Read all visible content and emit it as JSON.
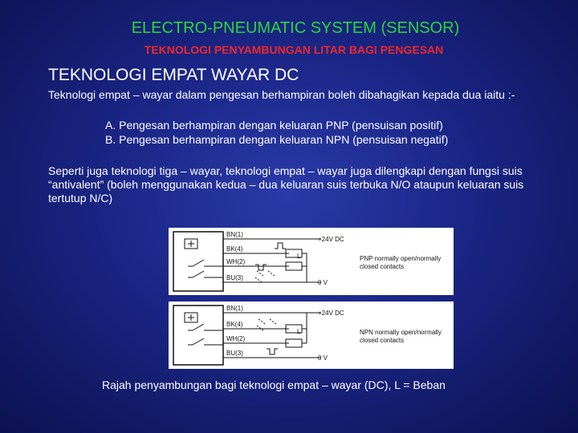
{
  "slide": {
    "title": "ELECTRO-PNEUMATIC SYSTEM (SENSOR)",
    "subtitle": "TEKNOLOGI PENYAMBUNGAN LITAR BAGI PENGESAN",
    "heading": "TEKNOLOGI EMPAT WAYAR DC",
    "para1": "Teknologi empat – wayar dalam pengesan berhampiran boleh dibahagikan kepada dua iaitu :-",
    "list_a": "A. Pengesan berhampiran dengan keluaran PNP (pensuisan positif)",
    "list_b": "B. Pengesan berhampiran dengan keluaran NPN (pensuisan negatif)",
    "para2": "Seperti juga teknologi tiga – wayar, teknologi empat – wayar juga dilengkapi dengan fungsi suis “antivalent” (boleh menggunakan kedua – dua keluaran suis terbuka N/O ataupun keluaran suis tertutup N/C)",
    "caption": "Rajah penyambungan bagi teknologi empat – wayar (DC), L = Beban"
  },
  "diagrams": {
    "pnp": {
      "wire1": "BN(1)",
      "wire2": "BK(4)",
      "wire3": "WH(2)",
      "wire4": "BU(3)",
      "supply_pos": "+24V DC",
      "supply_neg": "0 V",
      "load": "L",
      "desc_line1": "PNP normally open/normally",
      "desc_line2": "closed contacts"
    },
    "npn": {
      "wire1": "BN(1)",
      "wire2": "BK(4)",
      "wire3": "WH(2)",
      "wire4": "BU(3)",
      "supply_pos": "+24V DC",
      "supply_neg": "0 V",
      "load": "L",
      "desc_line1": "NPN normally open/normally",
      "desc_line2": "closed contacts"
    }
  },
  "colors": {
    "title": "#2bd63a",
    "subtitle": "#f0262a",
    "text": "#ffffff",
    "background": "#1a2585"
  }
}
